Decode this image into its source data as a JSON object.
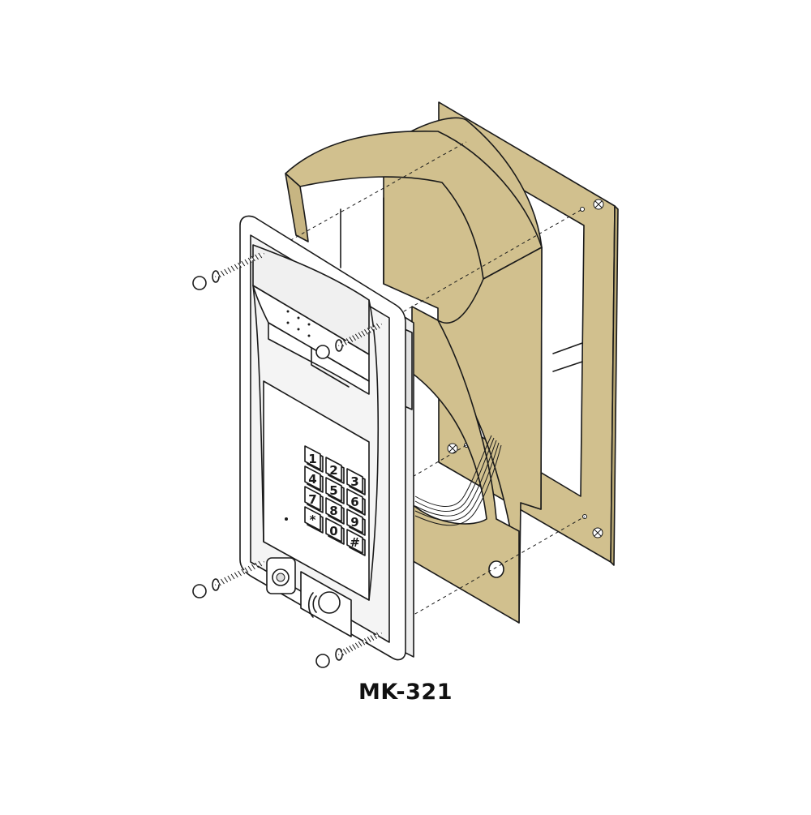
{
  "diagram": {
    "caption": "MK-321",
    "colors": {
      "panel_fill": "#d1c08e",
      "line": "#1a1a1a",
      "face_fill": "#ffffff",
      "face_shade": "#f1f1f1"
    },
    "parts": [
      {
        "id": "mounting-frame",
        "icon": "flat-plate-with-window"
      },
      {
        "id": "rain-hood",
        "icon": "curved-canopy"
      },
      {
        "id": "intercom-panel",
        "icon": "door-station-with-keypad"
      },
      {
        "id": "screws",
        "count": 4,
        "icon": "screw-with-cap"
      }
    ],
    "keypad": {
      "keys": [
        "1",
        "2",
        "3",
        "4",
        "5",
        "6",
        "7",
        "8",
        "9",
        "*",
        "0",
        "#"
      ]
    }
  }
}
